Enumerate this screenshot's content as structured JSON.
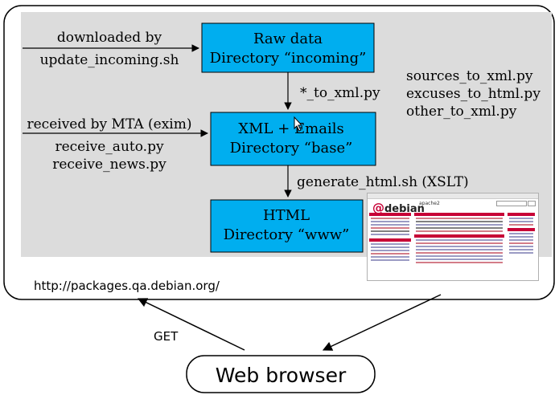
{
  "colors": {
    "panel_bg": "#dcdcdc",
    "box_fill": "#00aeef",
    "frame_stroke": "#000000",
    "debian_red": "#c70036"
  },
  "nodes": {
    "raw": {
      "line1": "Raw data",
      "line2": "Directory “incoming”"
    },
    "base": {
      "line1": "XML + Emails",
      "line2": "Directory “base”"
    },
    "www": {
      "line1": "HTML",
      "line2": "Directory “www”"
    }
  },
  "inputs": {
    "downloaded": {
      "line1": "downloaded by",
      "line2": "update_incoming.sh"
    },
    "received": {
      "line1": "received by MTA (exim)",
      "line2": "receive_auto.py",
      "line3": "receive_news.py"
    }
  },
  "edges": {
    "to_xml": "*_to_xml.py",
    "generate_html": "generate_html.sh (XSLT)",
    "get": "GET"
  },
  "scripts": [
    "sources_to_xml.py",
    "excuses_to_html.py",
    "other_to_xml.py"
  ],
  "url": "http://packages.qa.debian.org/",
  "browser": "Web browser",
  "thumbnail": {
    "logo": "debian",
    "package": "apache2"
  },
  "icons": {
    "mouse_pointer": "cursor-arrow-icon",
    "thumbnail": "webpage-screenshot-icon"
  }
}
